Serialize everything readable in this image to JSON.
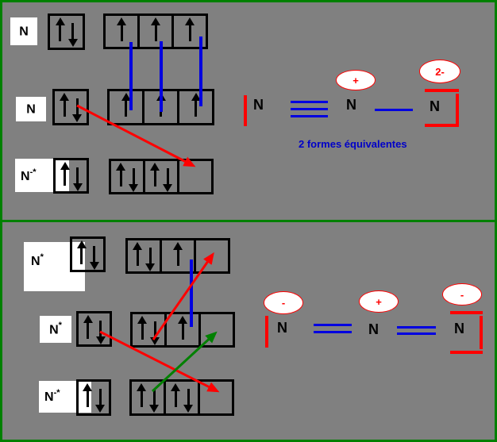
{
  "colors": {
    "background": "#808080",
    "frame_green": "#008000",
    "bond_blue": "#0000E0",
    "caption_blue": "#0000C8",
    "accent_red": "#FF0000",
    "arrow_green": "#008000",
    "box_black": "#000000",
    "label_background": "#FFFFFF"
  },
  "top_panel": {
    "rows": [
      {
        "label_base": "N",
        "label_sup": "",
        "s": "ud",
        "p": [
          "u",
          "u",
          "u"
        ]
      },
      {
        "label_base": "N",
        "label_sup": "",
        "s": "ud",
        "p": [
          "u",
          "u",
          "u"
        ]
      },
      {
        "label_base": "N",
        "label_sup": "-*",
        "s": "ud",
        "p": [
          "ud",
          "ud",
          ""
        ]
      }
    ],
    "lewis": {
      "atoms": [
        "N",
        "N",
        "N"
      ],
      "bonds": [
        "triple",
        "single"
      ],
      "charges": {
        "middle": "+",
        "right": "2-"
      },
      "caption": "2 formes équivalentes"
    }
  },
  "bottom_panel": {
    "rows": [
      {
        "label_base": "N",
        "label_sup": "*",
        "s": "ud",
        "p": [
          "ud",
          "u",
          ""
        ]
      },
      {
        "label_base": "N",
        "label_sup": "*",
        "s": "ud",
        "p": [
          "ud",
          "u",
          ""
        ]
      },
      {
        "label_base": "N",
        "label_sup": "-*",
        "s": "ud",
        "p": [
          "ud",
          "ud",
          ""
        ]
      }
    ],
    "lewis": {
      "atoms": [
        "N",
        "N",
        "N"
      ],
      "bonds": [
        "double",
        "double"
      ],
      "charges": {
        "left": "-",
        "middle": "+",
        "right": "-"
      }
    }
  }
}
